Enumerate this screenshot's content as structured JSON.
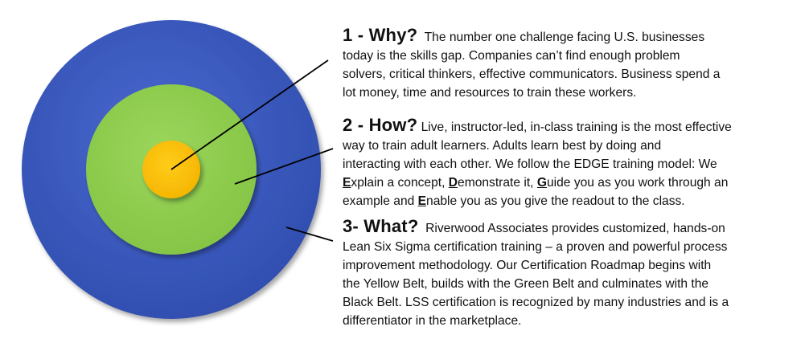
{
  "colors": {
    "outer_ring": "#3D5BC2",
    "middle_ring": "#92CF52",
    "bullseye": "#FFC000",
    "lines": "#000000"
  },
  "why": {
    "heading": "1 - Why?",
    "first_line": "  The number one challenge facing U.S. businesses",
    "lines": [
      "today is the skills gap.  Companies can’t find enough problem",
      "solvers, critical thinkers, effective communicators.  Business spend a",
      "lot money, time and resources to train these workers."
    ]
  },
  "how": {
    "heading": "2 - How?",
    "first_line": " Live, instructor-led, in-class training is the most effective",
    "lines": [
      "way to train adult learners.  Adults learn best by doing and",
      "interacting with each other.  We follow the EDGE training model:  We"
    ],
    "edge": {
      "e1": "E",
      "t1": "xplain a concept, ",
      "d": "D",
      "t2": "emonstrate it, ",
      "g": "G",
      "t3": "uide you as you work through an",
      "t4": "example and ",
      "e2": "E",
      "t5": "nable you as you give the readout to the class."
    }
  },
  "what": {
    "heading": "3- What?",
    "first_line": "  Riverwood Associates provides customized, hands-on",
    "lines": [
      "Lean Six Sigma certification training – a proven and powerful process",
      "improvement methodology.  Our Certification Roadmap begins with",
      "the Yellow Belt, builds with the Green Belt and culminates with the",
      "Black Belt. LSS certification is recognized by many industries and is a",
      "differentiator in the marketplace."
    ]
  }
}
